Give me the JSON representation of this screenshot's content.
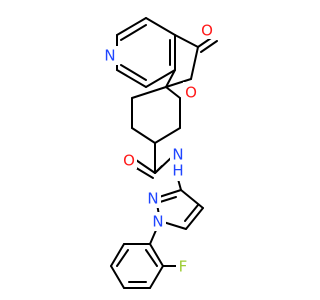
{
  "molecule": {
    "atoms": {
      "n_pyridine": {
        "text": "N",
        "color": "#1f45ff"
      },
      "o_carbonyl": {
        "text": "O",
        "color": "#ff1a1a"
      },
      "o_ring": {
        "text": "O",
        "color": "#ff1a1a"
      },
      "n_amide": {
        "text": "N",
        "color": "#1f45ff"
      },
      "h_amide": {
        "text": "H",
        "color": "#1f45ff"
      },
      "o_amide": {
        "text": "O",
        "color": "#ff1a1a"
      },
      "n_pyrazole_2": {
        "text": "N",
        "color": "#1f45ff"
      },
      "n_pyrazole_1": {
        "text": "N",
        "color": "#1f45ff"
      },
      "f_fluoro": {
        "text": "F",
        "color": "#9ccc33"
      }
    }
  }
}
